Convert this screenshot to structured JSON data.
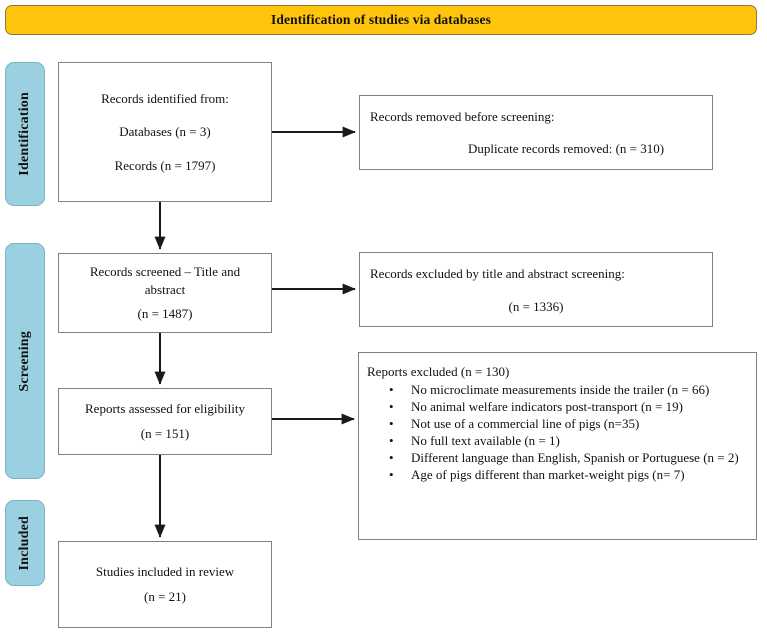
{
  "banner": {
    "title": "Identification of studies via databases"
  },
  "stages": [
    {
      "id": "identification",
      "label": "Identification"
    },
    {
      "id": "screening",
      "label": "Screening"
    },
    {
      "id": "included",
      "label": "Included"
    }
  ],
  "boxes": {
    "identified": {
      "line1": "Records identified from:",
      "line2": "Databases (n = 3)",
      "line3": "Records (n = 1797)"
    },
    "removed": {
      "line1": "Records removed before screening:",
      "line2": "Duplicate records removed: (n = 310)"
    },
    "screened": {
      "line1": "Records screened – Title and",
      "line2": "abstract",
      "line3": "(n = 1487)"
    },
    "excluded_title_abstract": {
      "line1": "Records excluded by title and abstract screening:",
      "line2": "(n = 1336)"
    },
    "eligibility": {
      "line1": "Reports assessed for eligibility",
      "line2": "(n = 151)"
    },
    "reports_excluded": {
      "title": "Reports excluded (n = 130)",
      "bullet_glyph": "•",
      "items": [
        "No microclimate measurements inside the trailer (n = 66)",
        "No animal welfare indicators post-transport (n = 19)",
        "Not use of a commercial line of pigs (n=35)",
        "No full text available (n = 1)",
        "Different language than English, Spanish or Portuguese (n = 2)",
        "Age of pigs different than market-weight pigs (n= 7)"
      ]
    },
    "included": {
      "line1": "Studies included in review",
      "line2": "(n = 21)"
    }
  },
  "colors": {
    "banner_fill": "#FFC40B",
    "stage_fill": "#9BD0E0",
    "box_border": "#808080",
    "connector": "#1a1a1a",
    "text": "#111111"
  }
}
